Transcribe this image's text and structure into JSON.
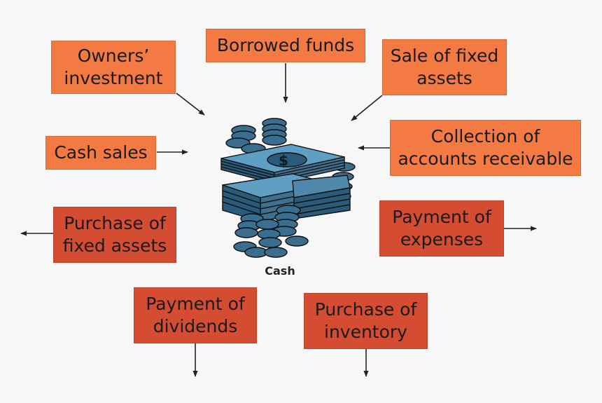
{
  "colors": {
    "inflow": "#f47a43",
    "outflow": "#d44d33",
    "arrow": "#222222",
    "bill": "#5e9fc3",
    "bill_dark": "#2b5b7a",
    "coin": "#3a6d8e",
    "coin_dark": "#1b2f3f",
    "outline": "#111111"
  },
  "center": {
    "label": "Cash",
    "icon": "cash-pile-icon"
  },
  "inflows": [
    {
      "id": "owners-investment",
      "text": "Owners’\ninvestment"
    },
    {
      "id": "borrowed-funds",
      "text": "Borrowed funds"
    },
    {
      "id": "sale-of-fixed-assets",
      "text": "Sale of fixed\nassets"
    },
    {
      "id": "cash-sales",
      "text": "Cash sales"
    },
    {
      "id": "collection-of-accounts-receivable",
      "text": "Collection of\naccounts receivable"
    }
  ],
  "outflows": [
    {
      "id": "purchase-of-fixed-assets",
      "text": "Purchase of\nfixed assets"
    },
    {
      "id": "payment-of-expenses",
      "text": "Payment of\nexpenses"
    },
    {
      "id": "payment-of-dividends",
      "text": "Payment of\ndividends"
    },
    {
      "id": "purchase-of-inventory",
      "text": "Purchase of\ninventory"
    }
  ]
}
